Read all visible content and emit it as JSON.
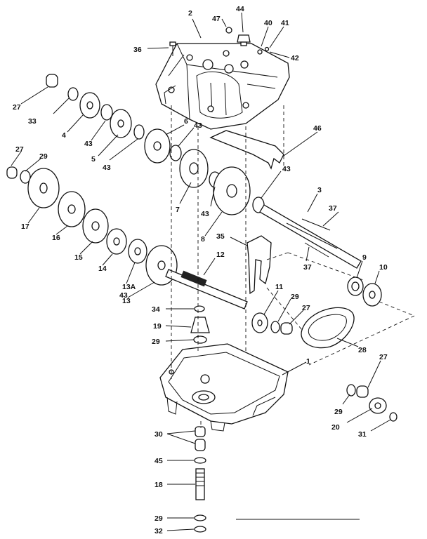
{
  "diagram": {
    "callouts": [
      "1",
      "2",
      "3",
      "4",
      "5",
      "6",
      "7",
      "8",
      "9",
      "10",
      "11",
      "12",
      "13",
      "13A",
      "14",
      "15",
      "16",
      "17",
      "18",
      "19",
      "20",
      "27",
      "27",
      "27",
      "27",
      "28",
      "29",
      "29",
      "29",
      "29",
      "29",
      "30",
      "31",
      "32",
      "33",
      "34",
      "35",
      "36",
      "37",
      "37",
      "40",
      "41",
      "42",
      "43",
      "43",
      "43",
      "43",
      "43",
      "43",
      "44",
      "45",
      "46",
      "47"
    ]
  }
}
